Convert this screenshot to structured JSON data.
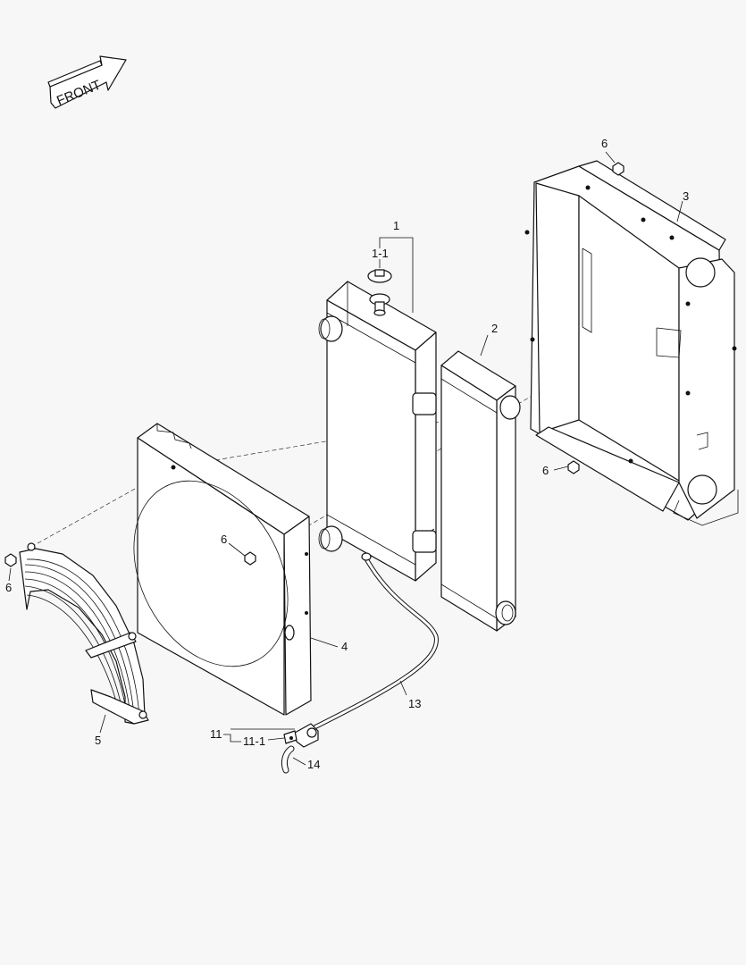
{
  "front_label": "FRONT",
  "callouts": {
    "p1": "1",
    "p1_1": "1-1",
    "p2": "2",
    "p3": "3",
    "p4": "4",
    "p5": "5",
    "p6_top": "6",
    "p6_frame": "6",
    "p6_shroud": "6",
    "p6_guard": "6",
    "p11": "11",
    "p11_1": "11-1",
    "p13": "13",
    "p14": "14"
  }
}
